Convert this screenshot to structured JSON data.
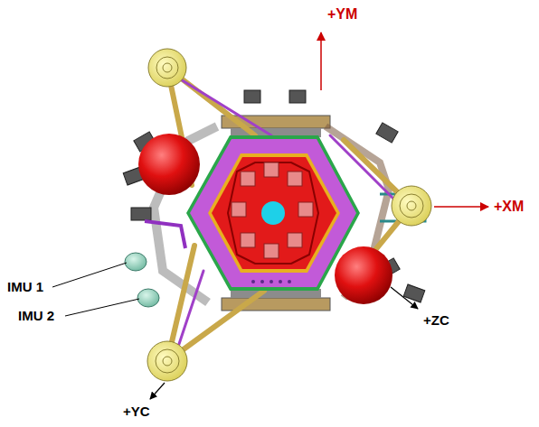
{
  "diagram": {
    "labels": [
      "+YM",
      "+XM",
      "+ZC",
      "+YC",
      "IMU 1",
      "IMU 2"
    ]
  }
}
